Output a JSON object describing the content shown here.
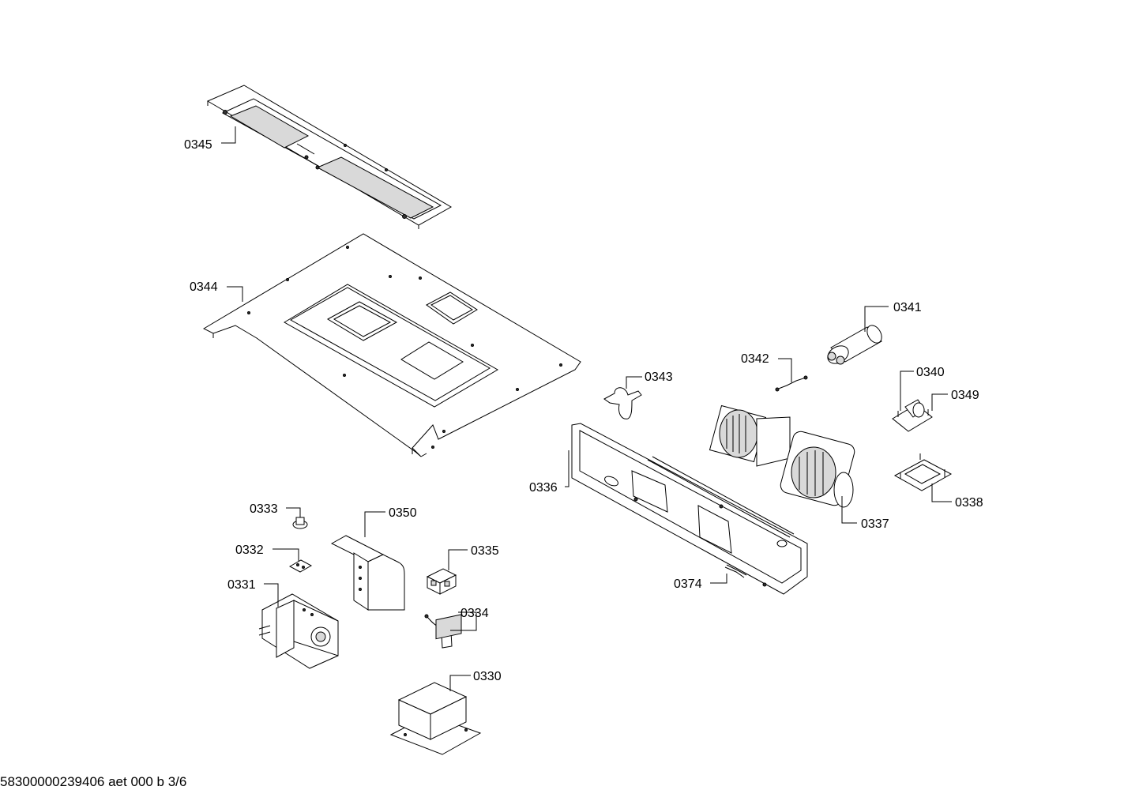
{
  "callouts": {
    "c0345": "0345",
    "c0344": "0344",
    "c0341": "0341",
    "c0342": "0342",
    "c0343": "0343",
    "c0340": "0340",
    "c0349": "0349",
    "c0336": "0336",
    "c0337": "0337",
    "c0338": "0338",
    "c0374": "0374",
    "c0333": "0333",
    "c0350": "0350",
    "c0332": "0332",
    "c0335": "0335",
    "c0331": "0331",
    "c0334": "0334",
    "c0330": "0330"
  },
  "footer": {
    "doc_id": "58300000239406 aet 000 b 3/6"
  }
}
